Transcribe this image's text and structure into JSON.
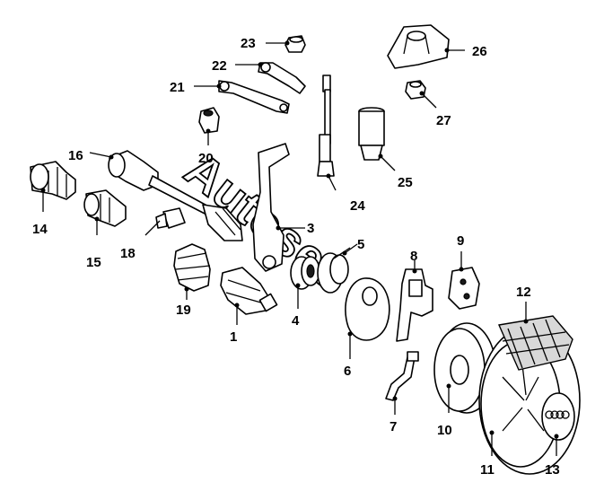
{
  "watermark": {
    "text": "Autoset"
  },
  "callouts": {
    "c1": "1",
    "c3": "3",
    "c4": "4",
    "c5": "5",
    "c6": "6",
    "c7": "7",
    "c8": "8",
    "c9": "9",
    "c10": "10",
    "c11": "11",
    "c12": "12",
    "c13": "13",
    "c14": "14",
    "c15": "15",
    "c16": "16",
    "c18": "18",
    "c19": "19",
    "c20": "20",
    "c21": "21",
    "c22": "22",
    "c23": "23",
    "c24": "24",
    "c25": "25",
    "c26": "26",
    "c27": "27"
  },
  "hubcap_logo": "four-ring-emblem"
}
